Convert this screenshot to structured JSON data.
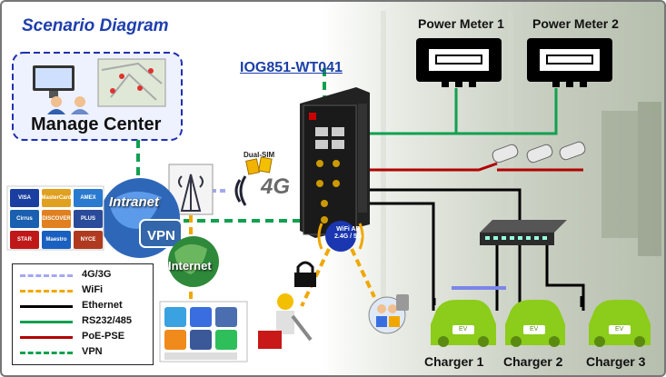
{
  "title": "Scenario Diagram",
  "manage_center": {
    "label": "Manage Center"
  },
  "device": {
    "label": "IOG851-WT041",
    "dual_sim": "Dual-SIM",
    "cellular": "4G"
  },
  "network": {
    "intranet": "Intranet",
    "vpn": "VPN",
    "internet": "Internet",
    "wifi_ap": "WiFi AP",
    "wifi_bands": "2.4G / 5G"
  },
  "power_meters": [
    "Power Meter 1",
    "Power Meter 2"
  ],
  "chargers": [
    "Charger 1",
    "Charger 2",
    "Charger 3"
  ],
  "card_brands": [
    "VISA",
    "MasterCard",
    "AMEX",
    "Cirrus",
    "DISCOVER",
    "PLUS",
    "STAR",
    "Maestro",
    "NYCE"
  ],
  "charger_badge": "EV",
  "legend": [
    {
      "label": "4G/3G",
      "color": "#a3a8f0",
      "style": "dashed"
    },
    {
      "label": "WiFi",
      "color": "#f0a800",
      "style": "dashed"
    },
    {
      "label": "Ethernet",
      "color": "#000000",
      "style": "solid"
    },
    {
      "label": "RS232/485",
      "color": "#10a050",
      "style": "solid"
    },
    {
      "label": "PoE-PSE",
      "color": "#b00000",
      "style": "solid"
    },
    {
      "label": "VPN",
      "color": "#10a050",
      "style": "dashed"
    }
  ],
  "colors": {
    "accent": "#1e3fae",
    "charger": "#8ccc1a",
    "rs485": "#10a050",
    "poe": "#b00000",
    "wifi": "#f0a800",
    "cellular": "#a3a8f0"
  }
}
